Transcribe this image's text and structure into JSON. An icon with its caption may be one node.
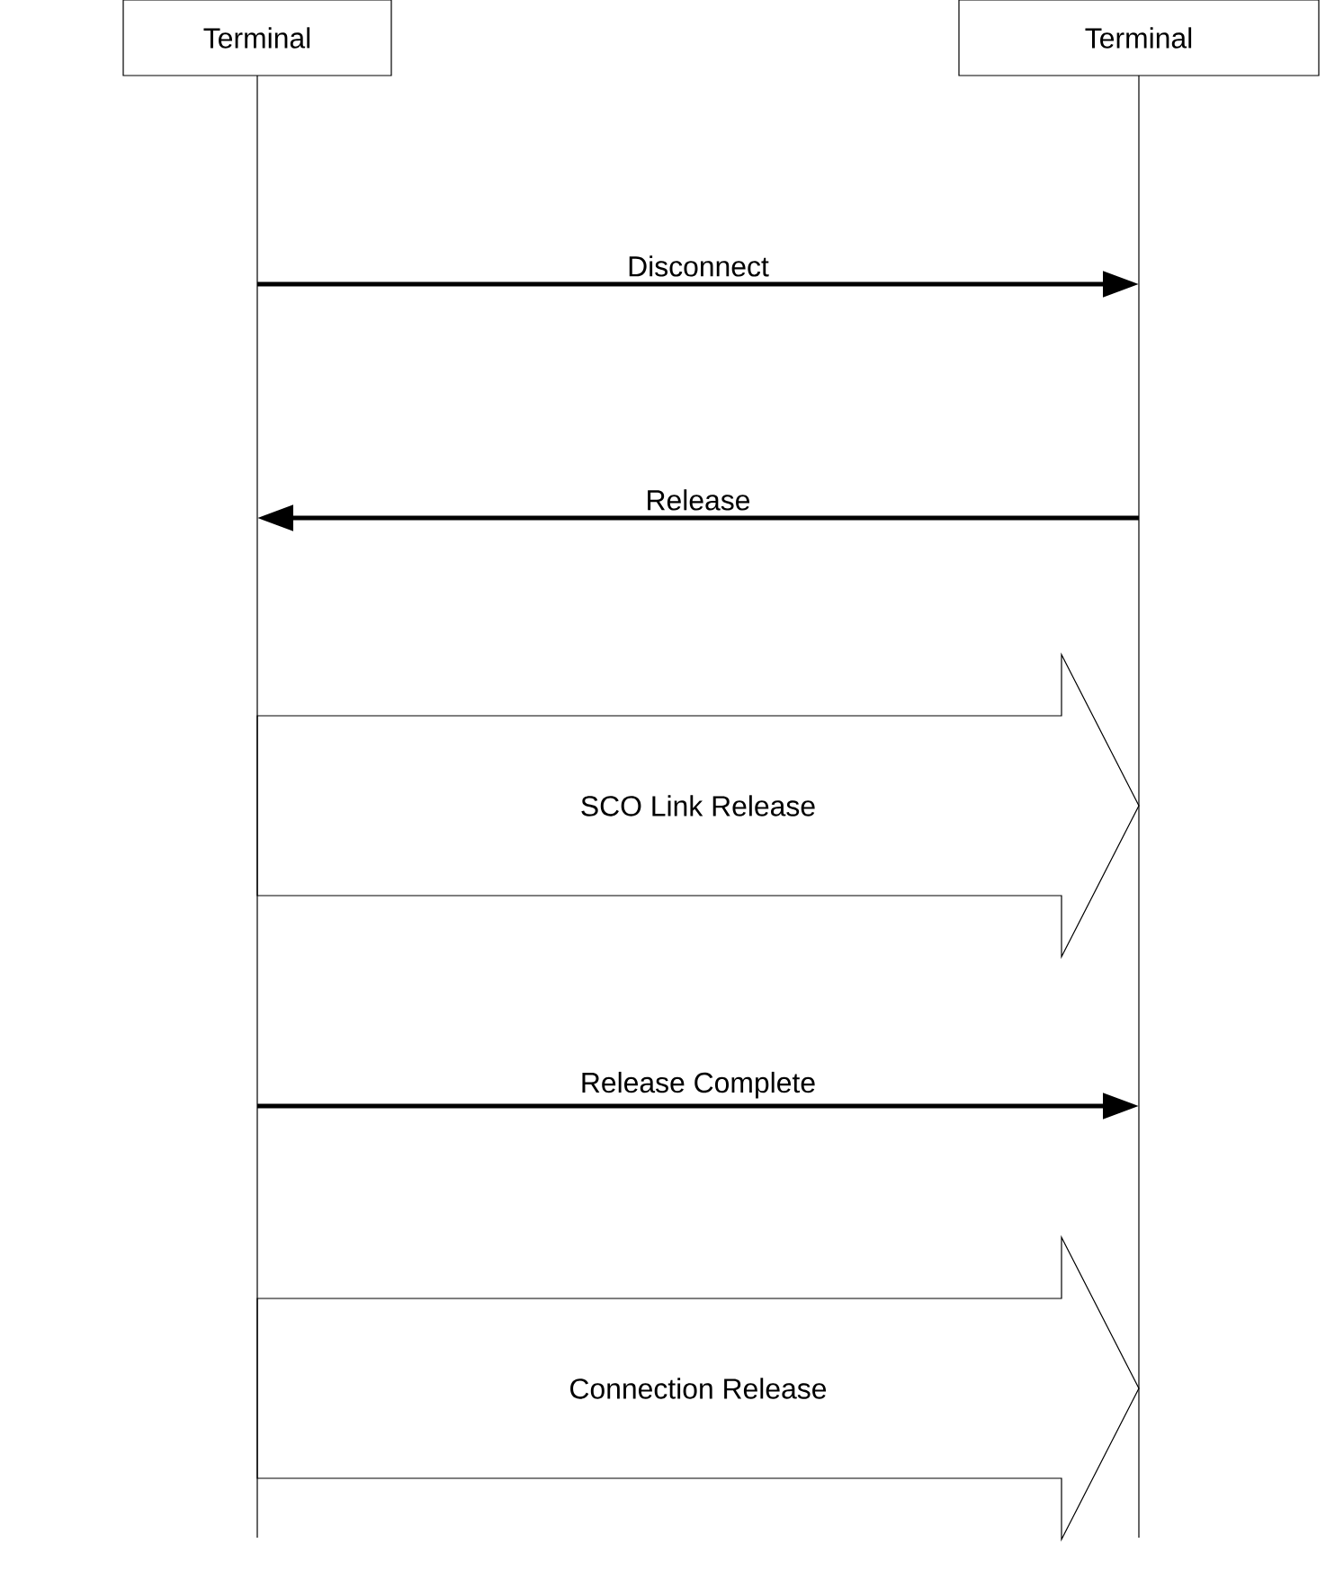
{
  "diagram": {
    "nodes": [
      {
        "text": [
          "Terminal"
        ]
      },
      {
        "text": [
          "Terminal"
        ]
      }
    ],
    "edges": [
      {
        "from": 0,
        "to": 1,
        "arrow": "to",
        "label": "Disconnect"
      },
      {
        "from": 1,
        "to": 0,
        "arrow": "to",
        "label": "Release"
      },
      {
        "from": 0,
        "to": 1,
        "arrow": "to",
        "label": "SCO Link Release",
        "style": "thick"
      },
      {
        "from": 0,
        "to": 1,
        "arrow": "to",
        "label": "Release Complete"
      },
      {
        "from": 0,
        "to": 1,
        "arrow": "to",
        "label": "Connection Release",
        "style": "thick"
      }
    ]
  }
}
